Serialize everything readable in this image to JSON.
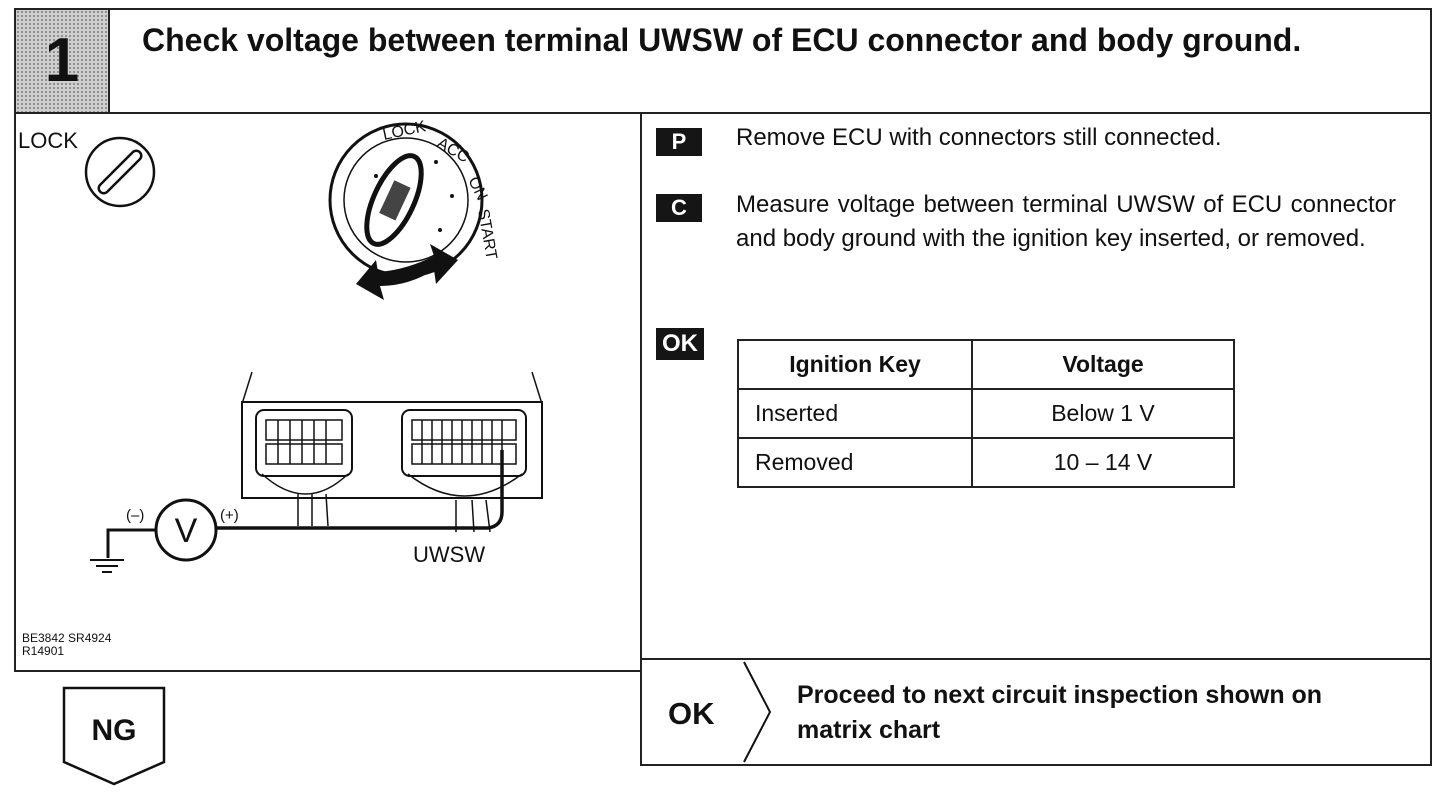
{
  "header": {
    "step_number": "1",
    "title": "Check voltage between terminal UWSW of ECU connector and body ground."
  },
  "illustration": {
    "lock_label": "LOCK",
    "ignition_positions": [
      "LOCK",
      "ACC",
      "ON",
      "START"
    ],
    "meter_symbol": "V",
    "minus_label": "(–)",
    "plus_label": "(+)",
    "terminal_label": "UWSW",
    "code_line1": "BE3842 SR4924",
    "code_line2": "R14901"
  },
  "procedure": {
    "p_badge": "P",
    "p_text": "Remove ECU with connectors still connected.",
    "c_badge": "C",
    "c_text": "Measure voltage between terminal UWSW of ECU connector and body ground with the ignition key inserted, or removed.",
    "ok_badge": "OK"
  },
  "spec_table": {
    "headers": [
      "Ignition Key",
      "Voltage"
    ],
    "rows": [
      [
        "Inserted",
        "Below 1 V"
      ],
      [
        "Removed",
        "10 – 14 V"
      ]
    ]
  },
  "outcomes": {
    "ng_label": "NG",
    "ok_label": "OK",
    "ok_text": "Proceed to next circuit inspection shown on matrix chart"
  }
}
